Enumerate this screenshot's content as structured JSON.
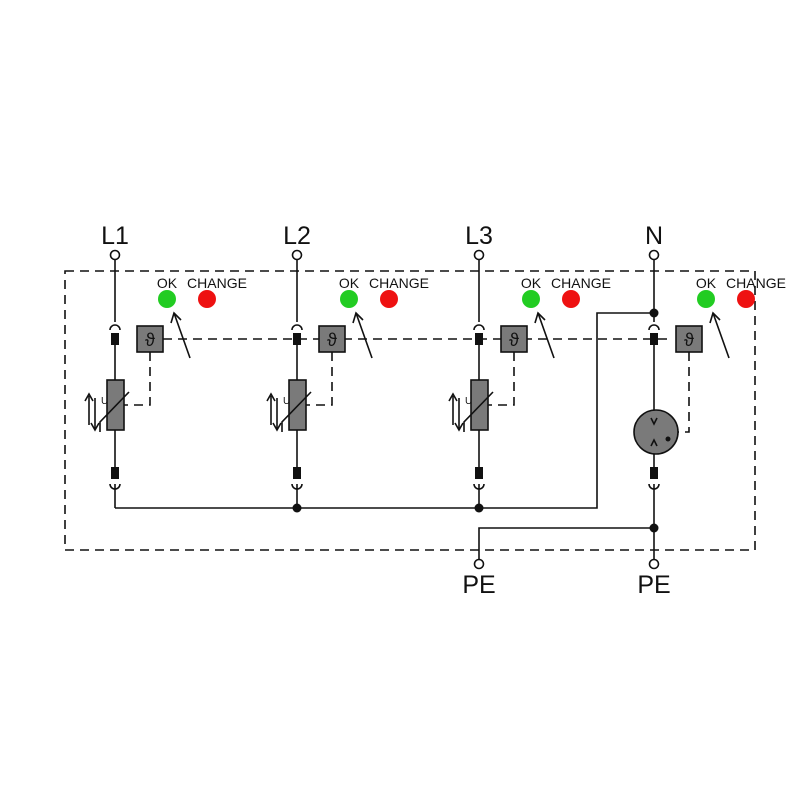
{
  "diagram": {
    "line_labels": [
      "L1",
      "L2",
      "L3",
      "N"
    ],
    "pe_labels": [
      "PE",
      "PE"
    ],
    "indicator_ok": "OK",
    "indicator_change": "CHANGE",
    "thermal_symbol": "ϑ",
    "varistor_symbol": "U",
    "colors": {
      "ok": "#22cc22",
      "change": "#ee1111",
      "component": "#7a7a7a",
      "line": "#111111"
    }
  }
}
